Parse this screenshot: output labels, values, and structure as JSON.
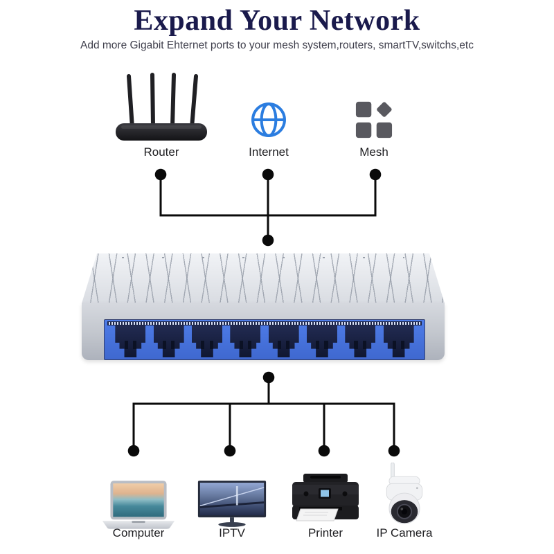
{
  "header": {
    "title": "Expand Your Network",
    "subtitle": "Add more Gigabit Ehternet ports to your mesh system,routers, smartTV,switchs,etc"
  },
  "top_devices": [
    {
      "label": "Router",
      "icon": "router-icon"
    },
    {
      "label": "Internet",
      "icon": "internet-globe-icon"
    },
    {
      "label": "Mesh",
      "icon": "mesh-squares-icon"
    }
  ],
  "switch_device": {
    "port_count": 8
  },
  "bottom_devices": [
    {
      "label": "Computer",
      "icon": "laptop-icon"
    },
    {
      "label": "IPTV",
      "icon": "monitor-icon"
    },
    {
      "label": "Printer",
      "icon": "printer-icon"
    },
    {
      "label": "IP Camera",
      "icon": "ip-camera-icon"
    }
  ],
  "colors": {
    "title_navy": "#1a1a4c",
    "subtitle_gray": "#3f3f4c",
    "internet_blue": "#2b7de0",
    "mesh_gray": "#59595f",
    "port_panel_blue": "#4c7de7",
    "connector_black": "#0a0a0a"
  }
}
